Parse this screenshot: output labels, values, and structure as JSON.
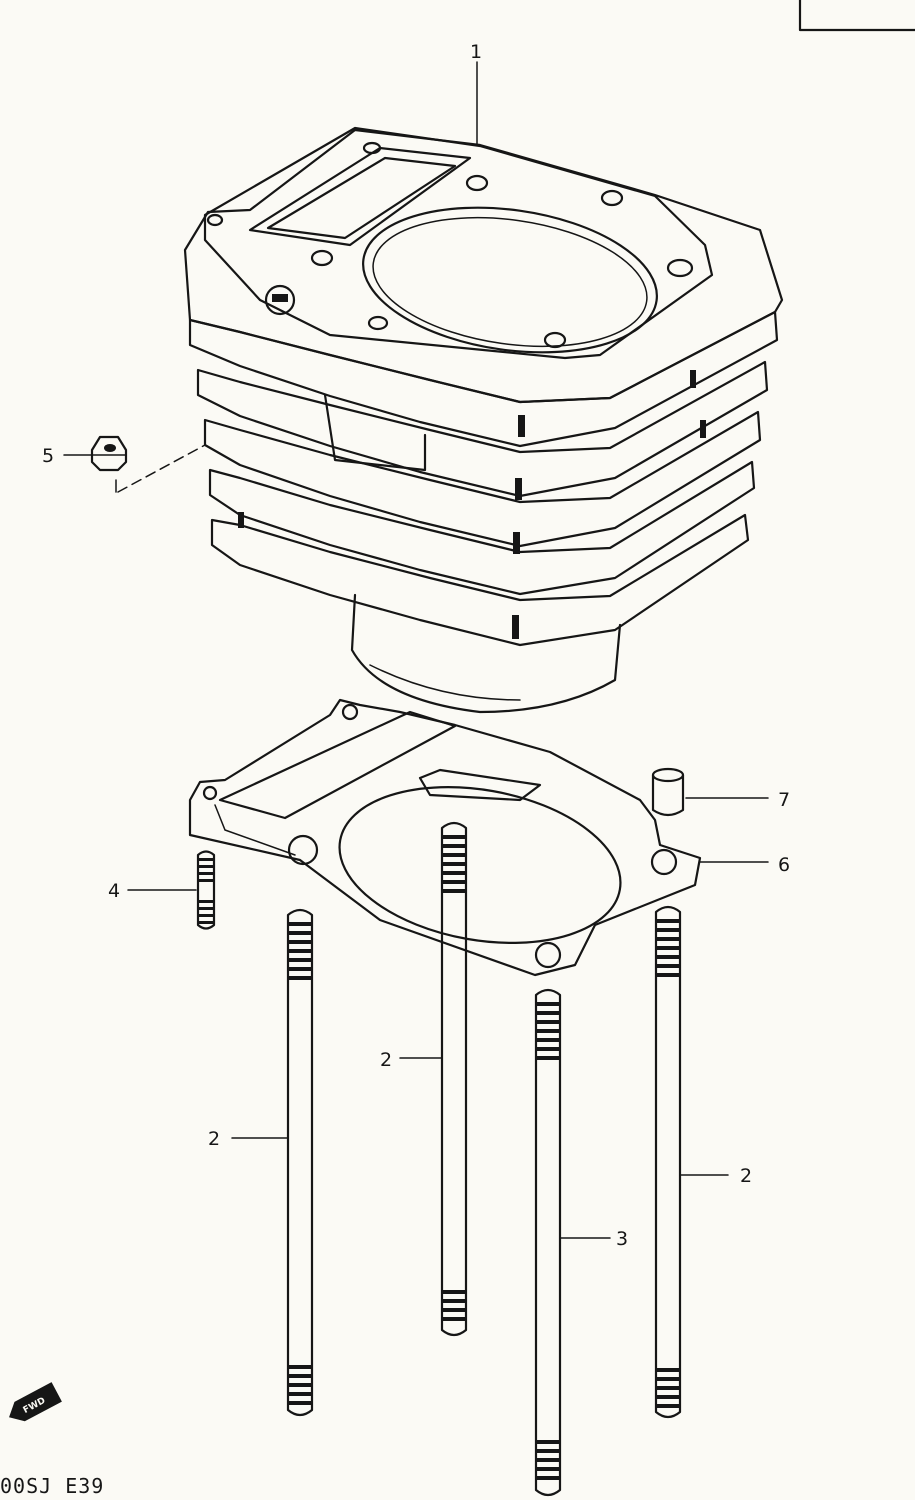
{
  "callouts": {
    "cylinder": "1",
    "stud_left": "2",
    "stud_center": "2",
    "stud_right": "2",
    "stud_short": "3",
    "stud_small": "4",
    "nut": "5",
    "gasket": "6",
    "dowel_pin": "7"
  },
  "fwd_badge": "FWD",
  "model_code": "00SJ  E39"
}
